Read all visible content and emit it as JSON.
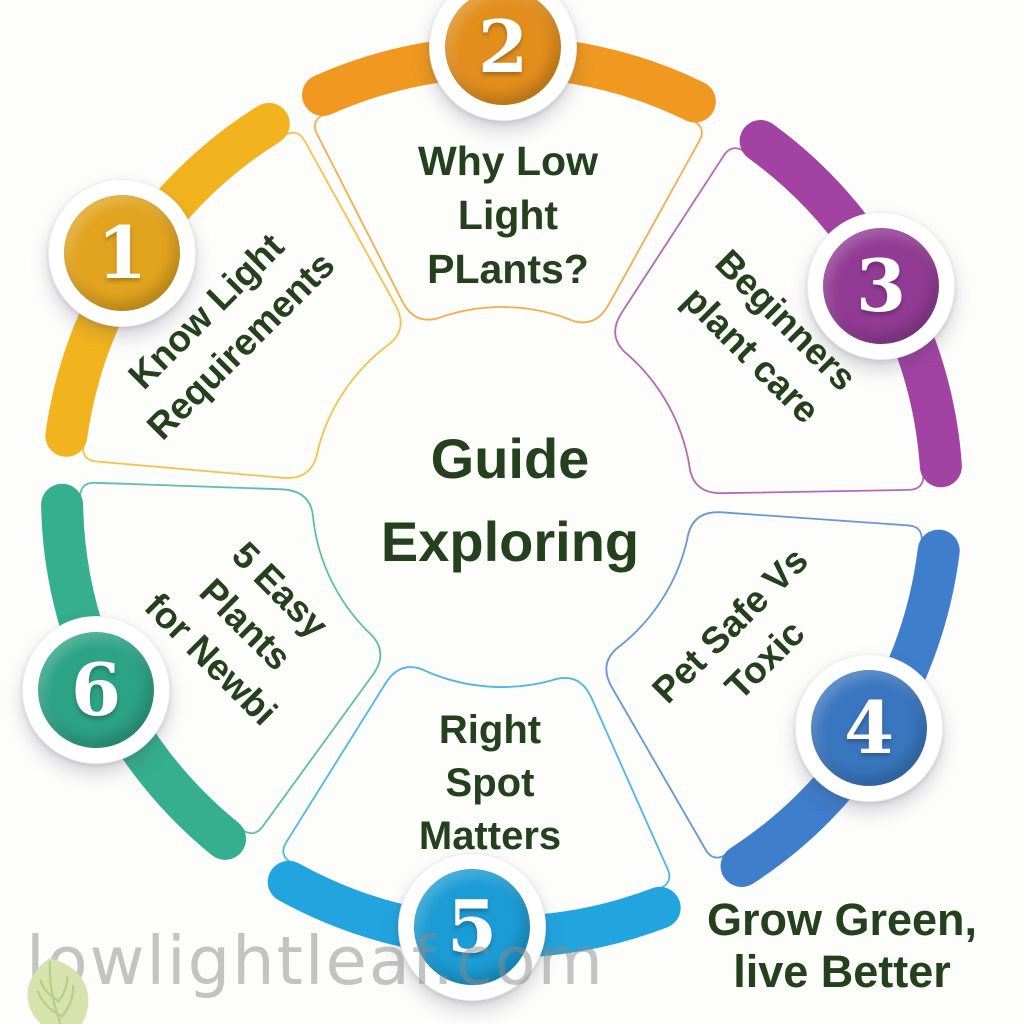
{
  "page": {
    "background_color": "#fdfdfc"
  },
  "infographic": {
    "text_color": "#24401d",
    "center_title": {
      "lines": [
        "Guide",
        "Exploring"
      ]
    },
    "tagline": {
      "lines": [
        "Grow Green,",
        "live Better"
      ]
    },
    "watermark_text": "lowlightleaf.com",
    "segments": [
      {
        "number": "1",
        "label_lines": [
          "Know Light",
          "Requirements"
        ],
        "arc_color": "#F2B41E",
        "badge_color": "#E2A41F"
      },
      {
        "number": "2",
        "label_lines": [
          "Why Low",
          "Light",
          "PLants?"
        ],
        "arc_color": "#F0981F",
        "badge_color": "#E28E1C"
      },
      {
        "number": "3",
        "label_lines": [
          "Beginners",
          "plant care"
        ],
        "arc_color": "#A243A4",
        "badge_color": "#923B95"
      },
      {
        "number": "4",
        "label_lines": [
          "Pet Safe Vs",
          "Toxic"
        ],
        "arc_color": "#3F7ECB",
        "badge_color": "#3A76BF"
      },
      {
        "number": "5",
        "label_lines": [
          "Right",
          "Spot",
          "Matters"
        ],
        "arc_color": "#22A5DF",
        "badge_color": "#1C9CD5"
      },
      {
        "number": "6",
        "label_lines": [
          "5 Easy",
          "Plants",
          "for Newbi"
        ],
        "arc_color": "#35AF8D",
        "badge_color": "#2CA385"
      }
    ],
    "leaf_icon": {
      "name": "leaf-icon",
      "fill": "#d6e3ac",
      "vein_color": "#b9cc8c"
    }
  }
}
